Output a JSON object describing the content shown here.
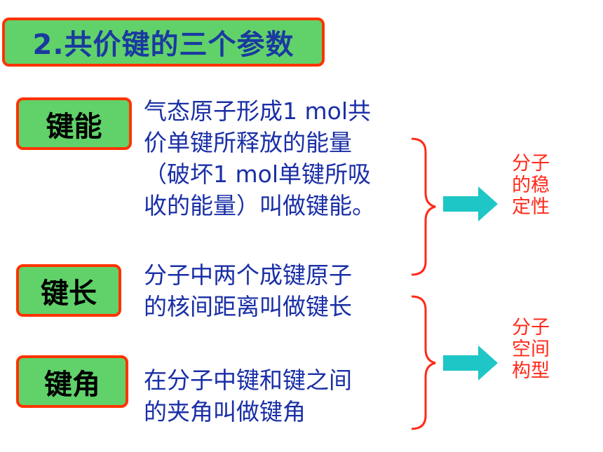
{
  "title": "2.共价键的三个参数",
  "params": [
    {
      "label": "键能",
      "description": [
        "气态原子形成1 mol共",
        "价单键所释放的能量",
        "（破坏1 mol单键所吸",
        "收的能量）叫做键能。"
      ]
    },
    {
      "label": "键长",
      "description": [
        "分子中两个成键原子",
        "的核间距离叫做键长"
      ]
    },
    {
      "label": "键角",
      "description": [
        "在分子中键和键之间",
        "的夹角叫做键角"
      ]
    }
  ],
  "results": [
    {
      "lines": [
        "分子",
        "的稳",
        "定性"
      ]
    },
    {
      "lines": [
        "分子",
        "空间",
        "构型"
      ]
    }
  ],
  "colors": {
    "box_fill": "#61d26a",
    "box_border": "#ff3300",
    "title_text": "#1a3aa0",
    "description_text": "#1a2fa6",
    "result_text": "#ff2a1a",
    "arrow": "#1ec6c6",
    "brace": "#ff2a1a"
  },
  "icons": [
    "right-arrow-icon",
    "right-brace-icon"
  ]
}
